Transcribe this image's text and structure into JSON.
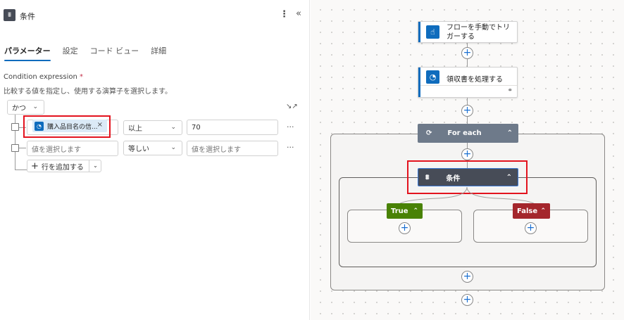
{
  "panel": {
    "title": "条件",
    "title_icon": "condition-icon",
    "more_icon": "more-vertical-icon",
    "collapse_icon": "double-chevron-left-icon",
    "tabs": [
      {
        "label": "パラメーター",
        "active": true
      },
      {
        "label": "設定",
        "active": false
      },
      {
        "label": "コード ビュー",
        "active": false
      },
      {
        "label": "詳細",
        "active": false
      }
    ],
    "field_label": "Condition expression",
    "required_mark": "*",
    "field_desc": "比較する値を指定し、使用する演算子を選択します。",
    "group_operator": "かつ",
    "rows": [
      {
        "left_token": "購入品目名の信...",
        "operator": "以上",
        "right_value": "70"
      },
      {
        "left_placeholder": "値を選択します",
        "operator": "等しい",
        "right_placeholder": "値を選択します"
      }
    ],
    "row_more": "···",
    "add_row_label": "行を追加する",
    "add_row_icon": "plus-icon",
    "collapse_expr_icon": "collapse-arrows-icon"
  },
  "canvas": {
    "trigger": {
      "label_line1": "フローを手動でトリ",
      "label_line2": "ガーする",
      "icon": "manual-trigger-icon"
    },
    "action": {
      "label": "領収書を処理する",
      "icon": "ai-builder-icon",
      "link_icon": "link-icon"
    },
    "foreach": {
      "label": "For each",
      "icon": "loop-icon",
      "color": "#6e7a8a"
    },
    "condition": {
      "label": "条件",
      "icon": "condition-icon",
      "color": "#474c57"
    },
    "true_branch": {
      "label": "True",
      "color": "#498205"
    },
    "false_branch": {
      "label": "False",
      "color": "#a4262c"
    },
    "highlight_color": "#e3131e",
    "plus_symbol": "+"
  }
}
